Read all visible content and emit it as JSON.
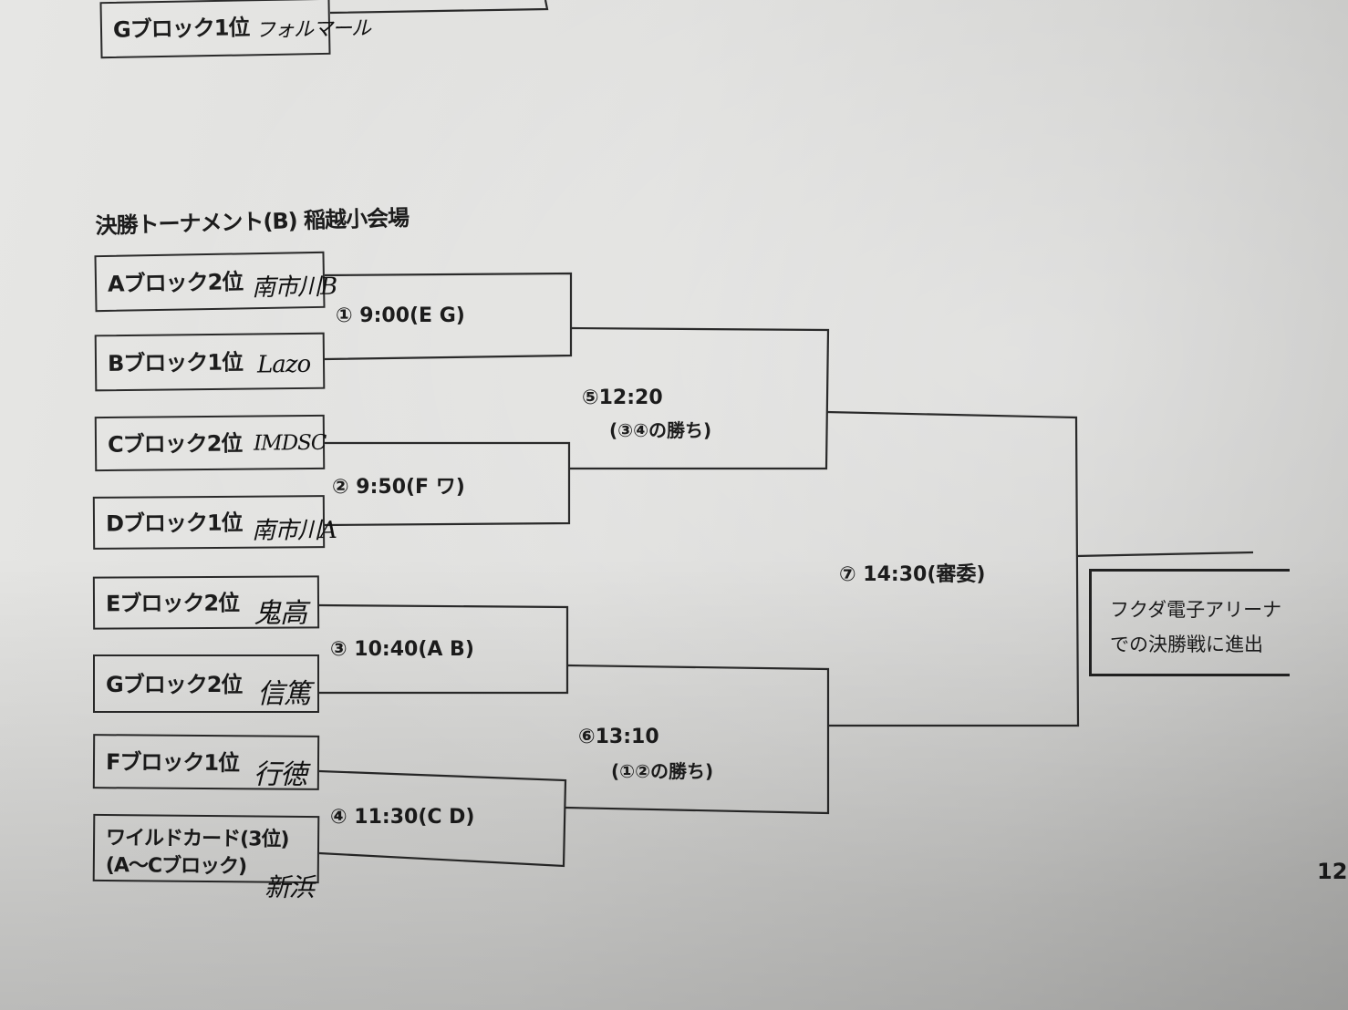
{
  "title": "決勝トーナメント(B) 稲越小会場",
  "top_team": {
    "label": "Gブロック1位",
    "name": "フォルマール"
  },
  "teams": [
    {
      "label": "Aブロック2位",
      "name": "南市川B"
    },
    {
      "label": "Bブロック1位",
      "name": "Lazo"
    },
    {
      "label": "Cブロック2位",
      "name": "IMDSC"
    },
    {
      "label": "Dブロック1位",
      "name": "南市川A"
    },
    {
      "label": "Eブロック2位",
      "name": "鬼高"
    },
    {
      "label": "Gブロック2位",
      "name": "信篤"
    },
    {
      "label": "Fブロック1位",
      "name": "行徳"
    }
  ],
  "wildcard": {
    "line1": "ワイルドカード(3位)",
    "line2": "(A～Cブロック)",
    "name": "新浜"
  },
  "matches": {
    "m1": "① 9:00(E G)",
    "m2": "② 9:50(F ワ)",
    "m3": "③ 10:40(A B)",
    "m4": "④ 11:30(C D)",
    "m5": "⑤12:20",
    "m5_note": "(③④の勝ち)",
    "m6": "⑥13:10",
    "m6_note": "(①②の勝ち)",
    "m7": "⑦ 14:30(審委)"
  },
  "final": {
    "line1": "フクダ電子アリーナ",
    "line2": "での決勝戦に進出"
  },
  "page_number": "12"
}
